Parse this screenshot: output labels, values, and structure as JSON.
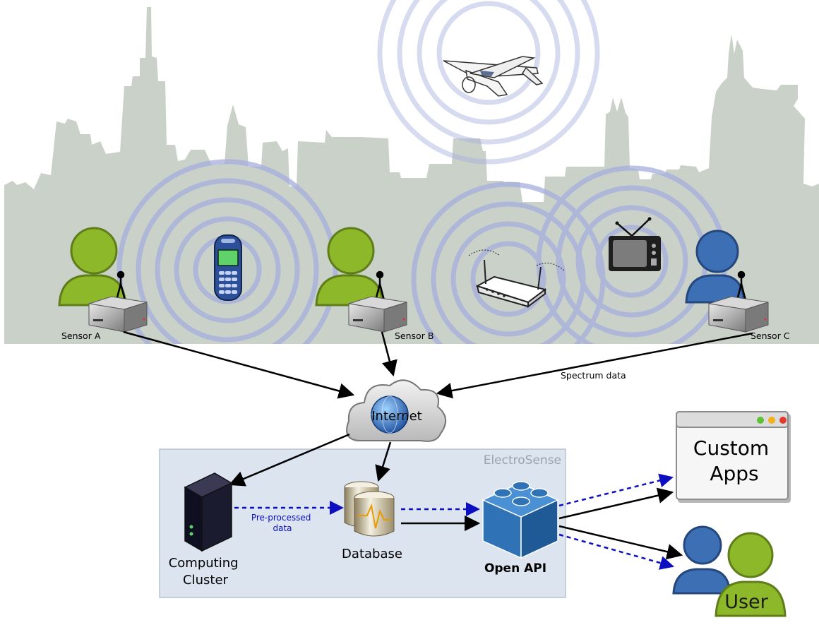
{
  "sensors": [
    {
      "id": "a",
      "label": "Sensor A",
      "person_color": "#8db82a"
    },
    {
      "id": "b",
      "label": "Sensor B",
      "person_color": "#8db82a"
    },
    {
      "id": "c",
      "label": "Sensor C",
      "person_color": "#3d6fb5"
    }
  ],
  "links": {
    "spectrum_label": "Spectrum data",
    "preprocessed_label": "Pre-processed data"
  },
  "internet": {
    "label": "Internet"
  },
  "platform": {
    "brand": "ElectroSense",
    "cluster_label": "Computing Cluster",
    "database_label": "Database",
    "api_label": "Open API"
  },
  "outputs": {
    "apps_label": "Custom Apps",
    "user_label": "User"
  },
  "colors": {
    "skyline": "#c9d1c9",
    "waves": "#a6aedd",
    "platform_box": "#dbe4ef",
    "person_green": "#8db82a",
    "person_blue": "#3d6fb5",
    "api_blue": "#2f72b6",
    "dashed_link": "#0b0fbf"
  },
  "icons": [
    "skyline",
    "airplane-icon",
    "mobile-phone-icon",
    "wifi-router-icon",
    "television-icon",
    "person-icon",
    "sensor-box-icon",
    "cloud-icon",
    "globe-icon",
    "server-icon",
    "database-icon",
    "api-block-icon",
    "app-window-icon",
    "user-group-icon"
  ]
}
